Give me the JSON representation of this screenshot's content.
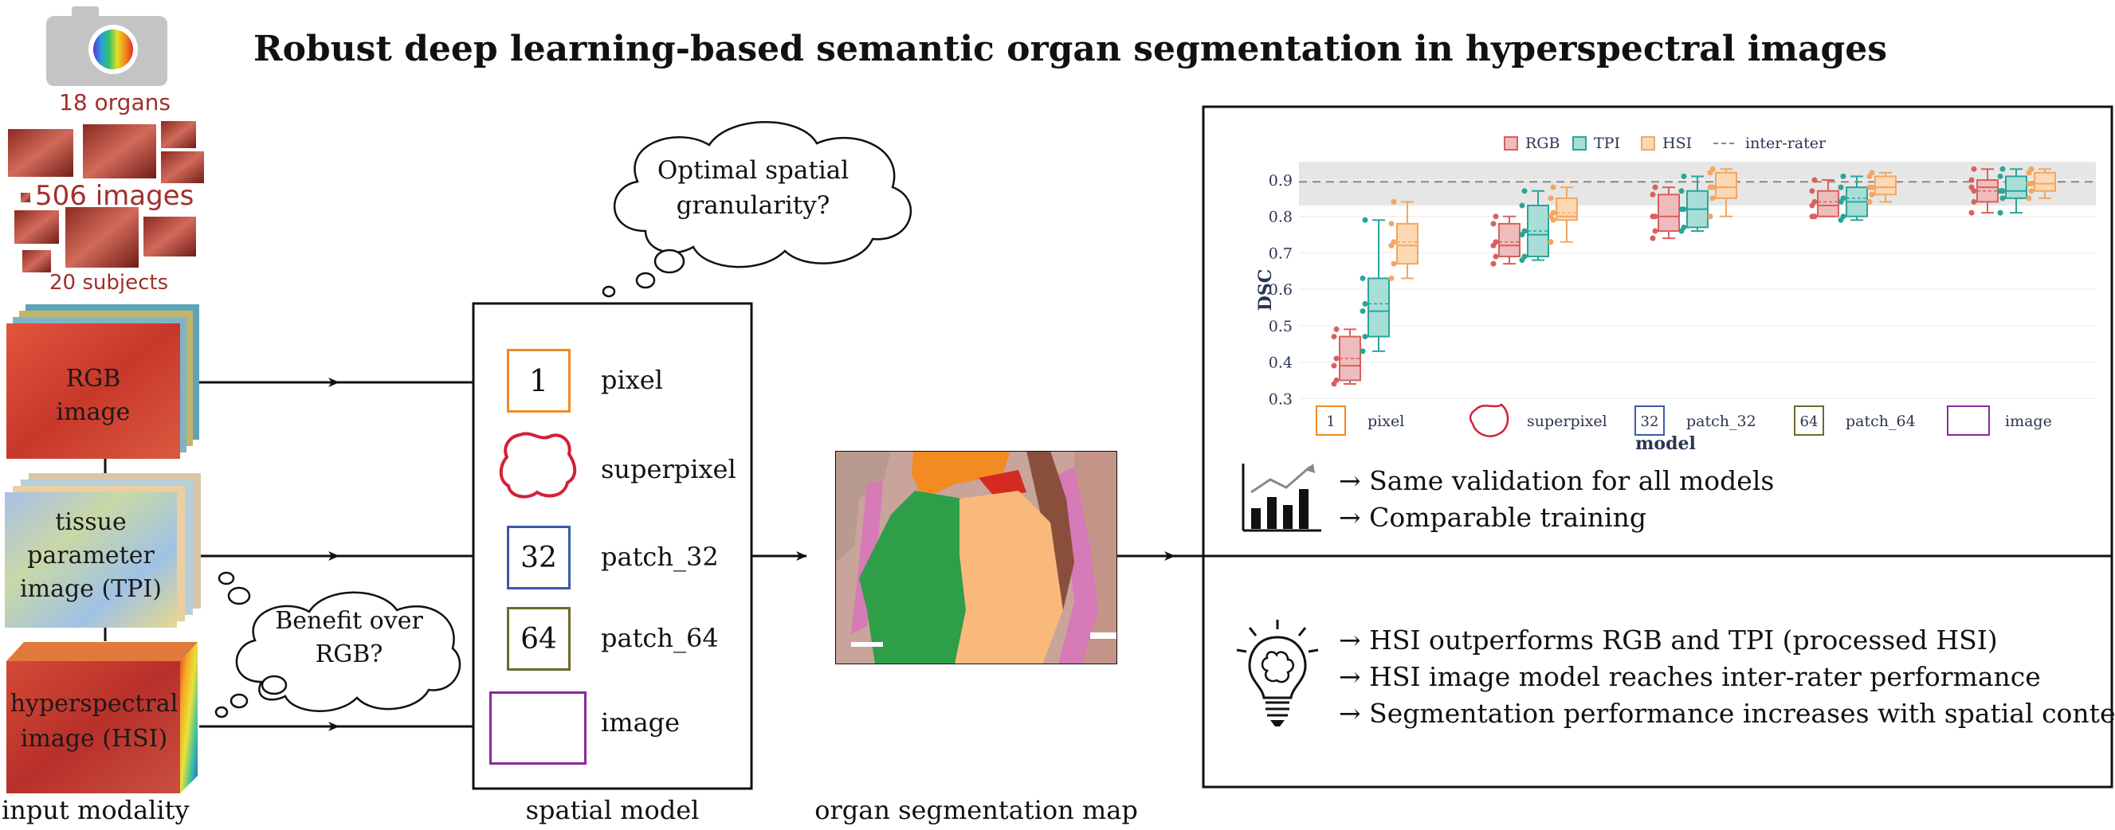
{
  "title": "Robust deep learning-based semantic organ segmentation in hyperspectral images",
  "dataset": {
    "organs": "18 organs",
    "images": "506 images",
    "subjects": "20 subjects"
  },
  "modalities": [
    {
      "line1": "RGB",
      "line2": "image"
    },
    {
      "line1": "tissue",
      "line2": "parameter",
      "line3": "image (TPI)"
    },
    {
      "line1": "hyperspectral",
      "line2": "image (HSI)"
    }
  ],
  "column_labels": {
    "input": "input modality",
    "spatial": "spatial model",
    "segmentation": "organ segmentation map"
  },
  "thoughts": {
    "granularity_line1": "Optimal spatial",
    "granularity_line2": "granularity?",
    "benefit_line1": "Benefit over",
    "benefit_line2": "RGB?"
  },
  "spatial_models": [
    {
      "icon_text": "1",
      "label": "pixel",
      "color": "#f08a24"
    },
    {
      "icon_text": "",
      "label": "superpixel",
      "color": "#d41f3a"
    },
    {
      "icon_text": "32",
      "label": "patch_32",
      "color": "#3b5aa8"
    },
    {
      "icon_text": "64",
      "label": "patch_64",
      "color": "#6b6b2a"
    },
    {
      "icon_text": "",
      "label": "image",
      "color": "#8a2a9a"
    }
  ],
  "findings_top": [
    "→ Same validation for all models",
    "→ Comparable training"
  ],
  "findings_bottom": [
    "→ HSI outperforms RGB and TPI (processed HSI)",
    "→ HSI image model reaches inter-rater performance",
    "→ Segmentation performance increases with spatial context"
  ],
  "icons": {
    "camera": "camera-icon",
    "bar_chart": "bar-chart-icon",
    "lightbulb": "lightbulb-brain-icon"
  },
  "chart_data": {
    "type": "box",
    "xlabel": "model",
    "ylabel": "DSC",
    "ylim": [
      0.27,
      0.97
    ],
    "yticks": [
      "0.3",
      "0.4",
      "0.5",
      "0.6",
      "0.7",
      "0.8",
      "0.9"
    ],
    "ytick_values": [
      0.3,
      0.4,
      0.5,
      0.6,
      0.7,
      0.8,
      0.9
    ],
    "inter_rater": 0.895,
    "inter_rater_band": [
      0.83,
      0.95
    ],
    "legend": [
      "RGB",
      "TPI",
      "HSI",
      "inter-rater"
    ],
    "categories": [
      "1",
      "superpixel",
      "32",
      "64",
      "image"
    ],
    "category_labels": [
      "pixel",
      "superpixel",
      "patch_32",
      "patch_64",
      "image"
    ],
    "series": [
      {
        "name": "RGB",
        "color": "#d9605f",
        "fill": "#eebcbc",
        "boxes": [
          {
            "min": 0.34,
            "q1": 0.35,
            "median": 0.39,
            "mean": 0.41,
            "q3": 0.47,
            "max": 0.49
          },
          {
            "min": 0.67,
            "q1": 0.69,
            "median": 0.72,
            "mean": 0.73,
            "q3": 0.78,
            "max": 0.8
          },
          {
            "min": 0.74,
            "q1": 0.76,
            "median": 0.8,
            "mean": 0.8,
            "q3": 0.86,
            "max": 0.88
          },
          {
            "min": 0.8,
            "q1": 0.8,
            "median": 0.83,
            "mean": 0.84,
            "q3": 0.87,
            "max": 0.9
          },
          {
            "min": 0.81,
            "q1": 0.84,
            "median": 0.88,
            "mean": 0.87,
            "q3": 0.9,
            "max": 0.93
          }
        ]
      },
      {
        "name": "TPI",
        "color": "#2aa598",
        "fill": "#a9ded8",
        "boxes": [
          {
            "min": 0.43,
            "q1": 0.47,
            "median": 0.54,
            "mean": 0.56,
            "q3": 0.63,
            "max": 0.79
          },
          {
            "min": 0.68,
            "q1": 0.69,
            "median": 0.75,
            "mean": 0.76,
            "q3": 0.83,
            "max": 0.87
          },
          {
            "min": 0.76,
            "q1": 0.77,
            "median": 0.82,
            "mean": 0.82,
            "q3": 0.87,
            "max": 0.91
          },
          {
            "min": 0.79,
            "q1": 0.8,
            "median": 0.84,
            "mean": 0.85,
            "q3": 0.88,
            "max": 0.91
          },
          {
            "min": 0.81,
            "q1": 0.85,
            "median": 0.87,
            "mean": 0.87,
            "q3": 0.91,
            "max": 0.93
          }
        ]
      },
      {
        "name": "HSI",
        "color": "#f3a661",
        "fill": "#fcd9b3",
        "boxes": [
          {
            "min": 0.63,
            "q1": 0.67,
            "median": 0.72,
            "mean": 0.73,
            "q3": 0.78,
            "max": 0.84
          },
          {
            "min": 0.73,
            "q1": 0.79,
            "median": 0.8,
            "mean": 0.81,
            "q3": 0.85,
            "max": 0.88
          },
          {
            "min": 0.8,
            "q1": 0.85,
            "median": 0.88,
            "mean": 0.88,
            "q3": 0.92,
            "max": 0.93
          },
          {
            "min": 0.84,
            "q1": 0.86,
            "median": 0.88,
            "mean": 0.88,
            "q3": 0.91,
            "max": 0.92
          },
          {
            "min": 0.85,
            "q1": 0.87,
            "median": 0.89,
            "mean": 0.89,
            "q3": 0.92,
            "max": 0.93
          }
        ]
      }
    ]
  }
}
